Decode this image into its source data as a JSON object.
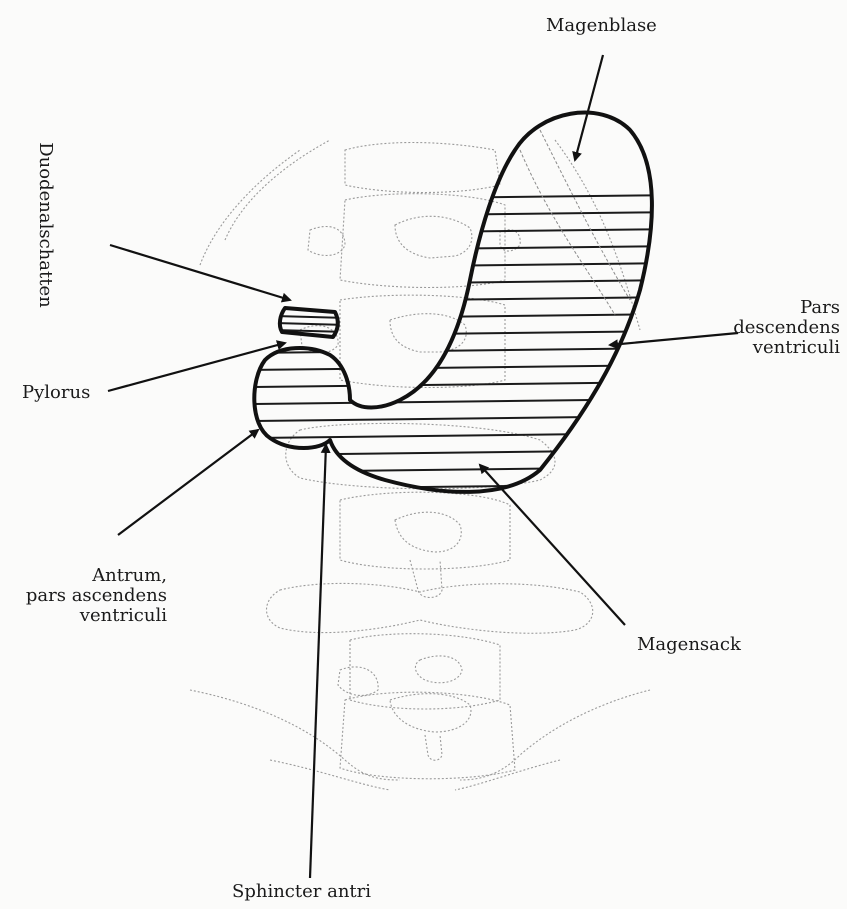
{
  "labels": {
    "magenblase": "Magenblase",
    "duodenalschatten": "Duodenalschatten",
    "pylorus": "Pylorus",
    "pars_descendens": [
      "Pars",
      "descendens",
      "ventriculi"
    ],
    "antrum": [
      "Antrum,",
      "pars ascendens",
      "ventriculi"
    ],
    "magensack": "Magensack",
    "sphincter": "Sphincter antri"
  },
  "colors": {
    "ink": "#111111",
    "bone": "#9a9a9a",
    "paper": "#fbfbfa"
  }
}
